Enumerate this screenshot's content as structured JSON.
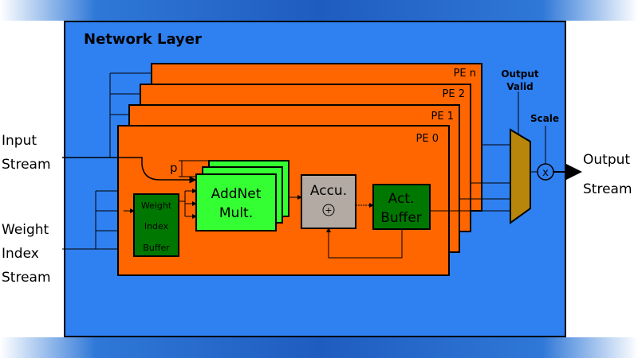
{
  "colors": {
    "layer_bg": "#2f80f0",
    "pe_fill": "#ff6600",
    "addnet_fill": "#33ff33",
    "weight_buffer_fill": "#007700",
    "accu_fill": "#b3aba3",
    "mux_fill": "#b8860b"
  },
  "diagram": {
    "title": "Network Layer",
    "pe_labels": [
      "PE n",
      "PE 2",
      "PE 1",
      "PE 0"
    ],
    "inputs": {
      "input_stream": [
        "Input",
        "Stream"
      ],
      "weight_index_stream": [
        "Weight",
        "Index",
        "Stream"
      ]
    },
    "weight_buffer": [
      "Weight",
      "Index",
      "Buffer"
    ],
    "addnet": [
      "AddNet",
      "Mult."
    ],
    "p_label": "p",
    "accu": "Accu.",
    "accu_symbol": "+",
    "act_buffer": [
      "Act.",
      "Buffer"
    ],
    "output_valid": [
      "Output",
      "Valid"
    ],
    "scale": "Scale",
    "multiply_symbol": "x",
    "output_stream": [
      "Output",
      "Stream"
    ]
  }
}
